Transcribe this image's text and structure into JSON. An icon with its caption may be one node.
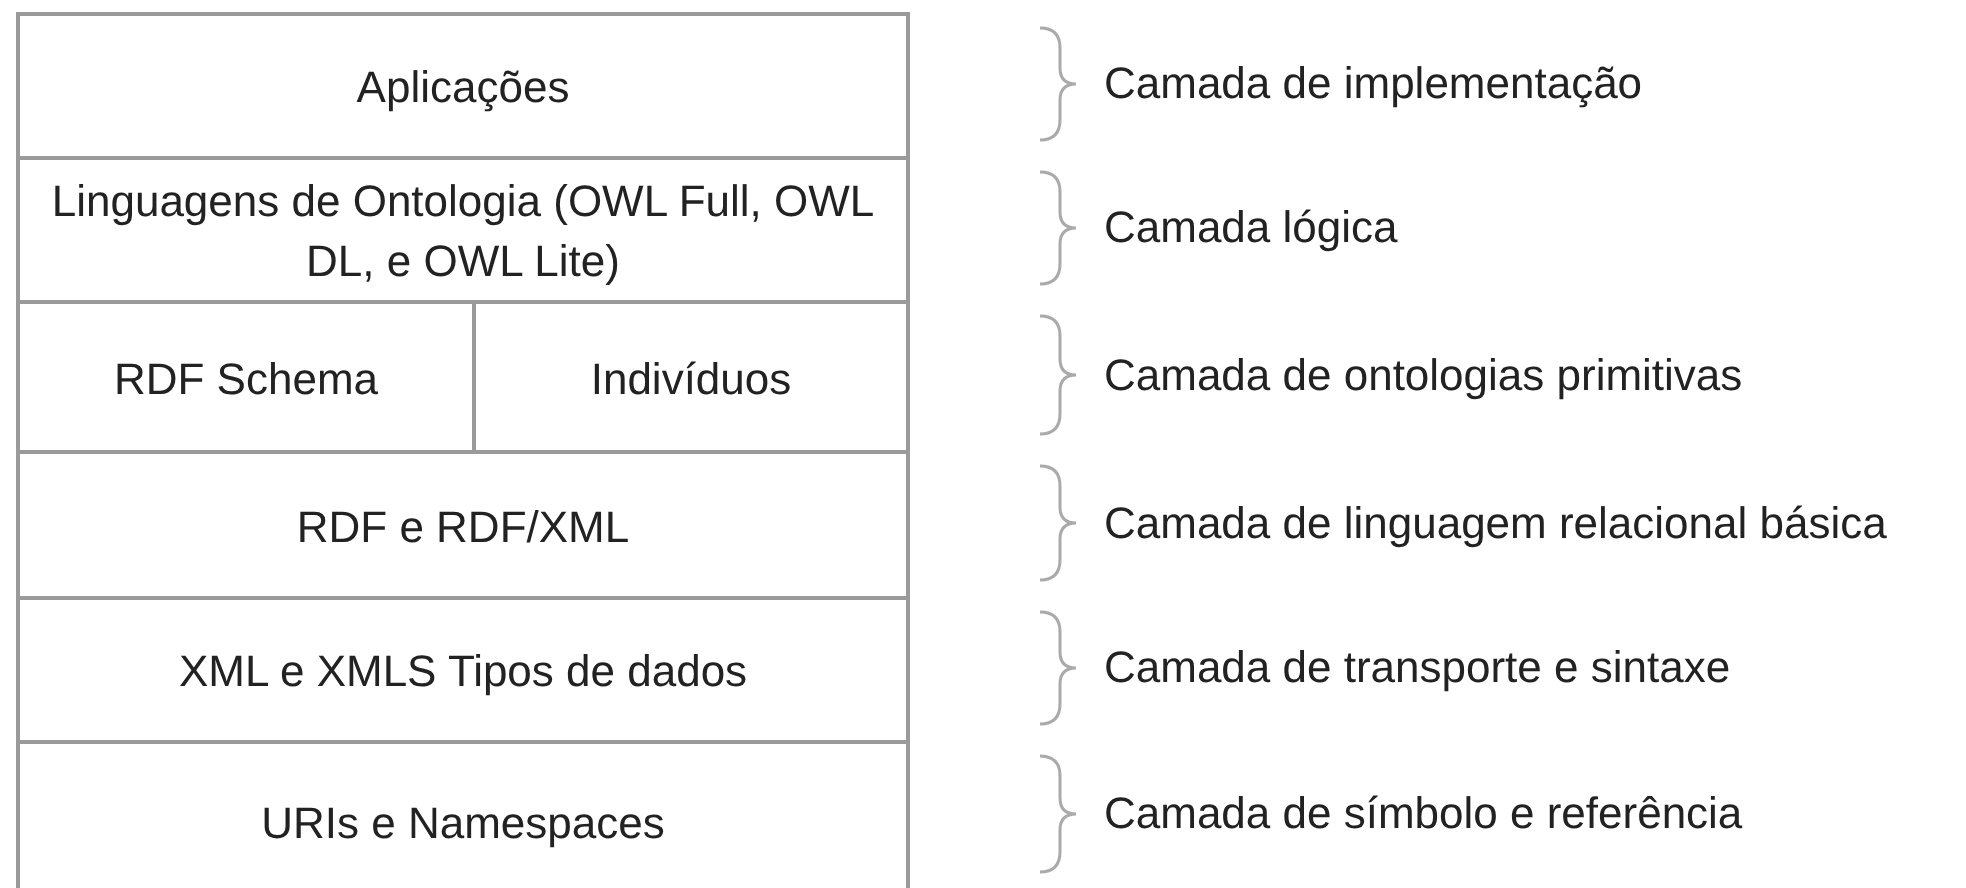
{
  "diagram": {
    "nodes": [
      {
        "text": [
          "Aplicações"
        ]
      },
      {
        "text": [
          "Linguagens de Ontologia (OWL Full, OWL DL, e OWL Lite)"
        ]
      },
      {
        "text": [
          "RDF Schema"
        ]
      },
      {
        "text": [
          "Indivíduos"
        ]
      },
      {
        "text": [
          "RDF e RDF/XML"
        ]
      },
      {
        "text": [
          "XML e XMLS Tipos de dados"
        ]
      },
      {
        "text": [
          "URIs e Namespaces"
        ]
      }
    ],
    "edges": [],
    "labels": [
      "Camada de implementação",
      "Camada lógica",
      "Camada de ontologias primitivas",
      "Camada de linguagem relacional básica",
      "Camada de transporte e sintaxe",
      "Camada de símbolo e referência"
    ]
  }
}
